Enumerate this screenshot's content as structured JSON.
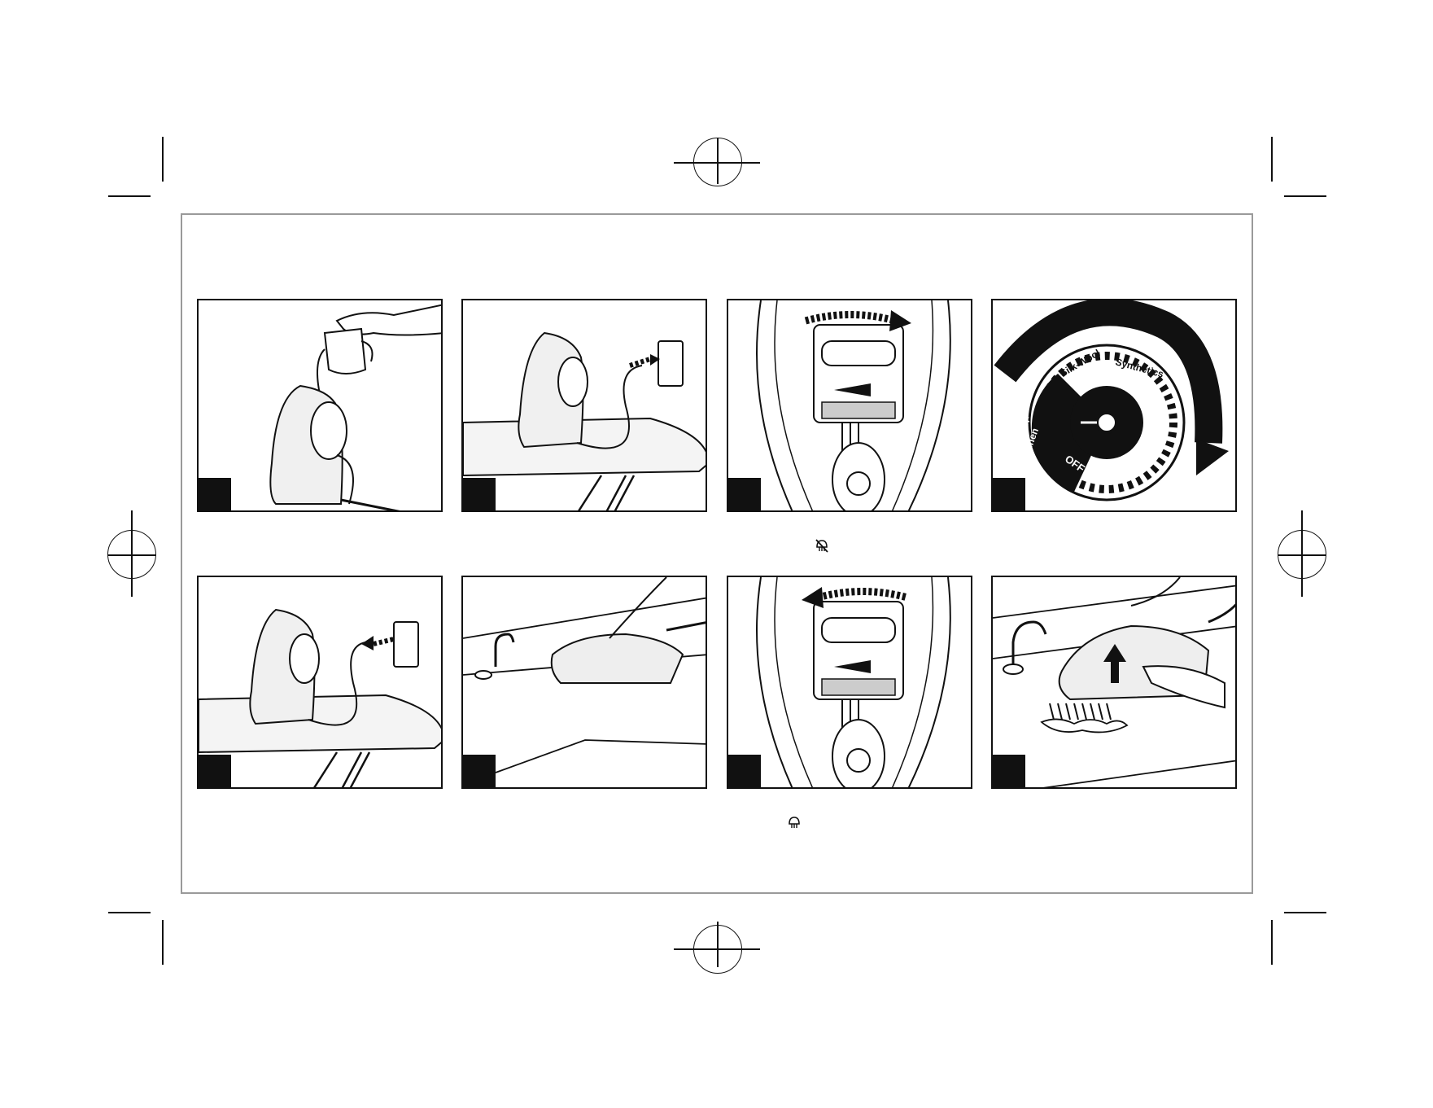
{
  "dial": {
    "off_label": "OFF",
    "cotton_linen_label": "Cotton-Linen",
    "silk_wool_label": "Silk-Wool",
    "synthetics_label": "Synthetics"
  },
  "icons": {
    "row1_below_panel3": "no-steam-icon",
    "row2_below_panel3": "steam-icon"
  }
}
